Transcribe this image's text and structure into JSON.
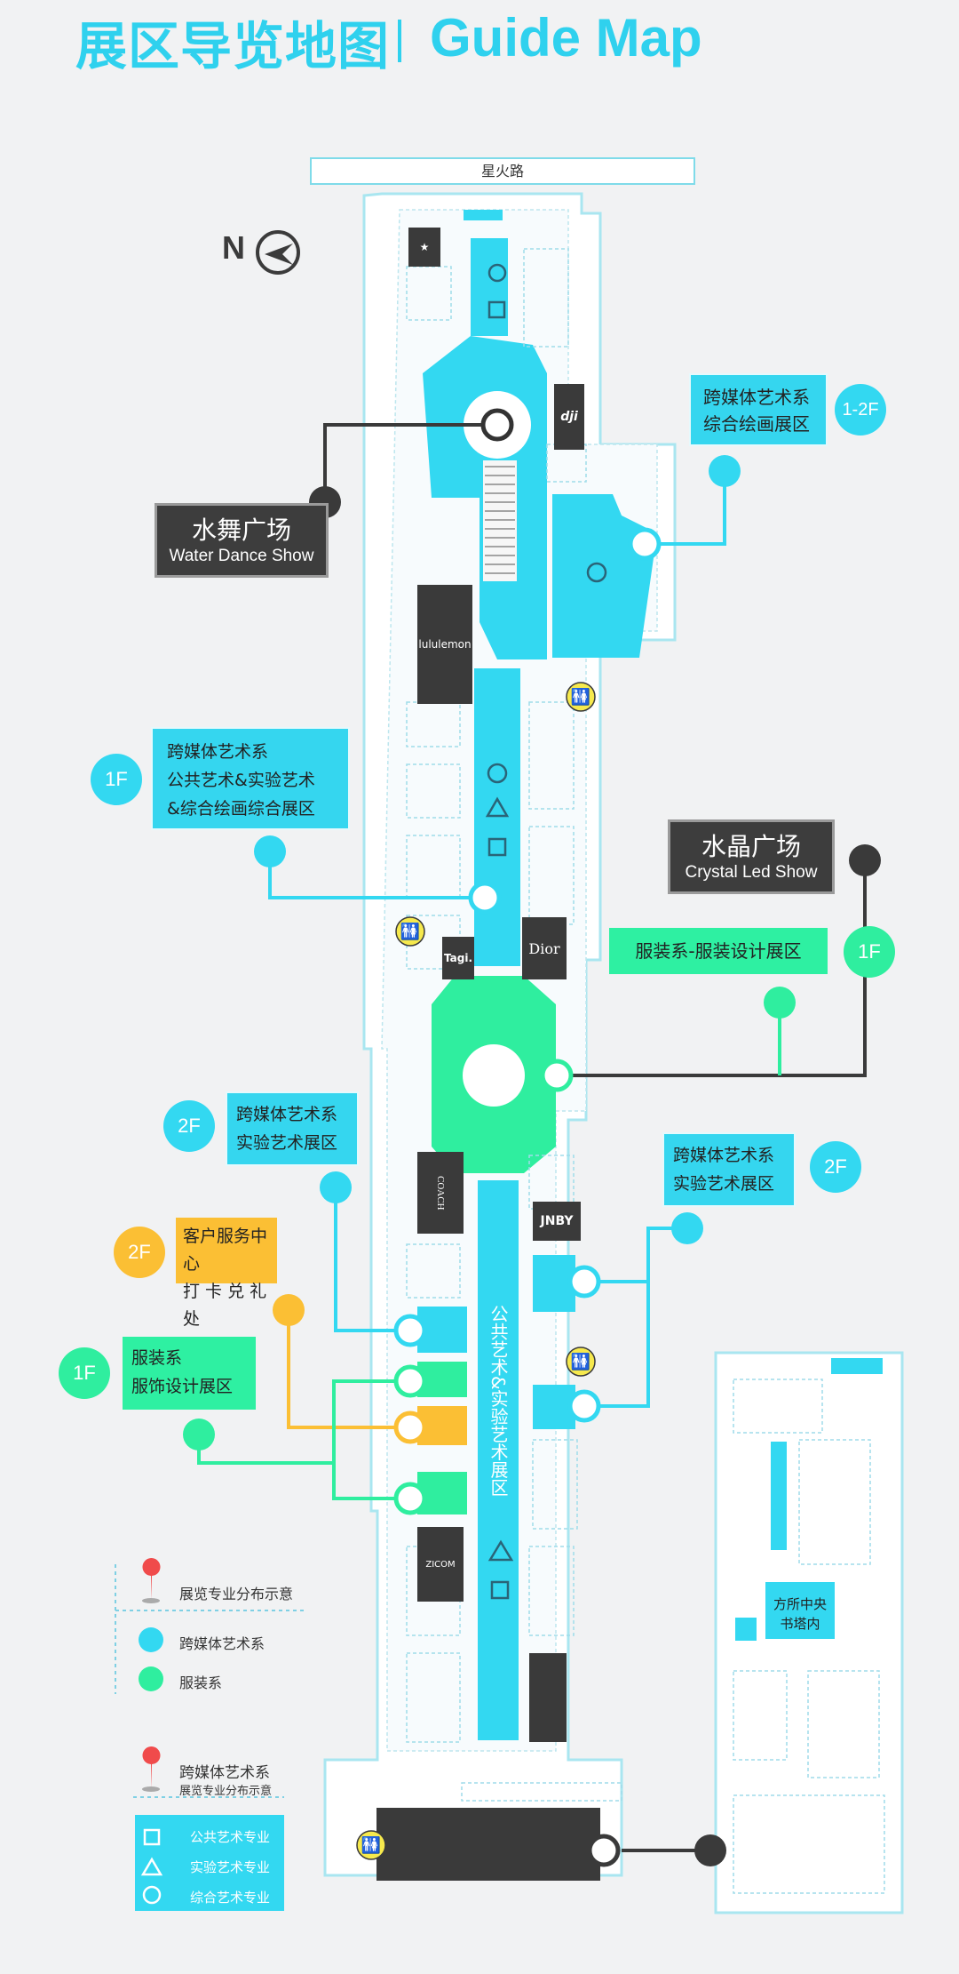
{
  "title_zh": "展区导览地图",
  "title_en": "Guide Map",
  "road": "星火路",
  "north": "N",
  "labels": {
    "water_dance_zh": "水舞广场",
    "water_dance_en": "Water Dance Show",
    "crystal_zh": "水晶广场",
    "crystal_en": "Crystal Led Show",
    "cross_media_painting": [
      "跨媒体艺术系",
      "综合绘画展区"
    ],
    "cross_media_1f": [
      "跨媒体艺术系",
      "公共艺术&实验艺术",
      "&综合绘画综合展区"
    ],
    "fashion_design": "服装系-服装设计展区",
    "experimental_left": [
      "跨媒体艺术系",
      "实验艺术展区"
    ],
    "experimental_right": [
      "跨媒体艺术系",
      "实验艺术展区"
    ],
    "service": [
      "客户服务中心",
      "打 卡 兑 礼 处"
    ],
    "accessory": [
      "服装系",
      "服饰设计展区"
    ],
    "corridor_vertical": "公共艺术&实验艺术展区",
    "bookstore": [
      "方所中央",
      "书塔内"
    ]
  },
  "floors": {
    "painting": "1-2F",
    "cross_1f": "1F",
    "fashion": "1F",
    "exp_left": "2F",
    "exp_right": "2F",
    "service": "2F",
    "accessory": "1F"
  },
  "shops": {
    "dji": "dji",
    "lululemon": "lululemon",
    "tagi": "Tagi.",
    "dior": "Dior",
    "coach": "COACH",
    "jnby": "JNBY",
    "zicom": "ZICOM"
  },
  "legend": {
    "marker_title": "展览专业分布示意",
    "cross_media": "跨媒体艺术系",
    "fashion": "服装系",
    "marker2_title": "跨媒体艺术系",
    "marker2_sub": "展览专业分布示意",
    "square": "公共艺术专业",
    "triangle": "实验艺术专业",
    "circle": "综合艺术专业"
  },
  "colors": {
    "cyan": "#33d8f1",
    "green": "#2fee9f",
    "orange": "#fbbf34",
    "dark": "#3a3a3a"
  }
}
